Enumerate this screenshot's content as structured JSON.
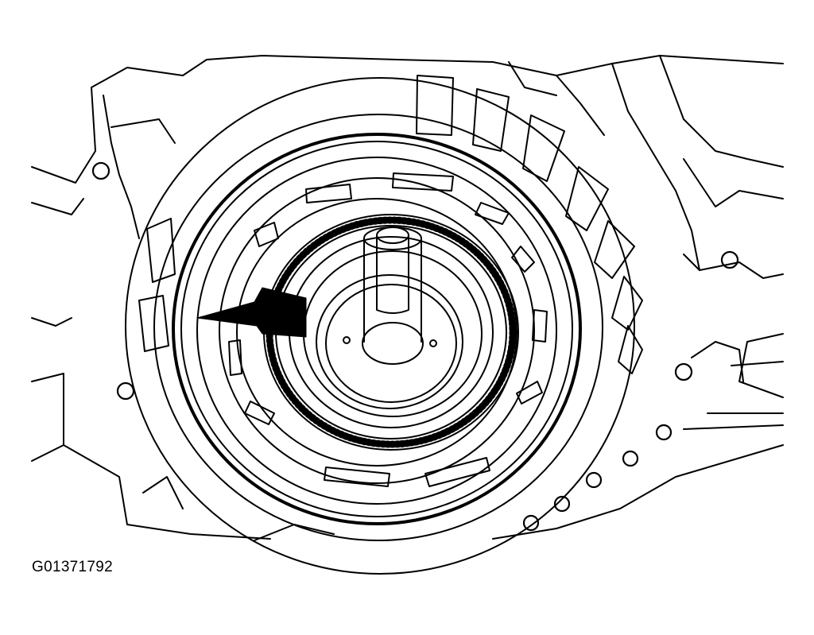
{
  "figure": {
    "id_label": "G01371792",
    "line_color": "#000000",
    "background": "#ffffff"
  },
  "callouts": [
    {
      "type": "arrow",
      "direction": "left",
      "target": "outer-snap-ring"
    }
  ]
}
